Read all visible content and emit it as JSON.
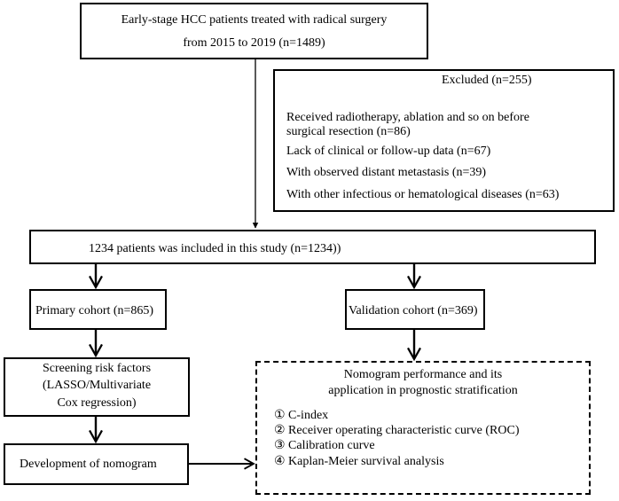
{
  "flowchart": {
    "start": {
      "line1": "Early-stage HCC patients treated with radical surgery",
      "line2": "from 2015 to 2019 (n=1489)"
    },
    "excluded": {
      "title": "Excluded (n=255)",
      "items": [
        "Received radiotherapy, ablation and so on before",
        "surgical resection (n=86)",
        "Lack of clinical or follow-up data (n=67)",
        "With observed distant metastasis (n=39)",
        "With other infectious or hematological diseases (n=63)"
      ]
    },
    "included": "1234 patients was included in this study (n=1234))",
    "primary": "Primary cohort (n=865)",
    "validation": "Validation cohort (n=369)",
    "screening": {
      "line1": "Screening risk factors",
      "line2": "(LASSO/Multivariate",
      "line3": "Cox regression)"
    },
    "development": "Development of nomogram",
    "performance": {
      "title1": "Nomogram performance and its",
      "title2": "application in prognostic stratification",
      "items": [
        "① C-index",
        "② Receiver operating characteristic curve (ROC)",
        "③ Calibration curve",
        "④ Kaplan-Meier survival analysis"
      ]
    }
  }
}
